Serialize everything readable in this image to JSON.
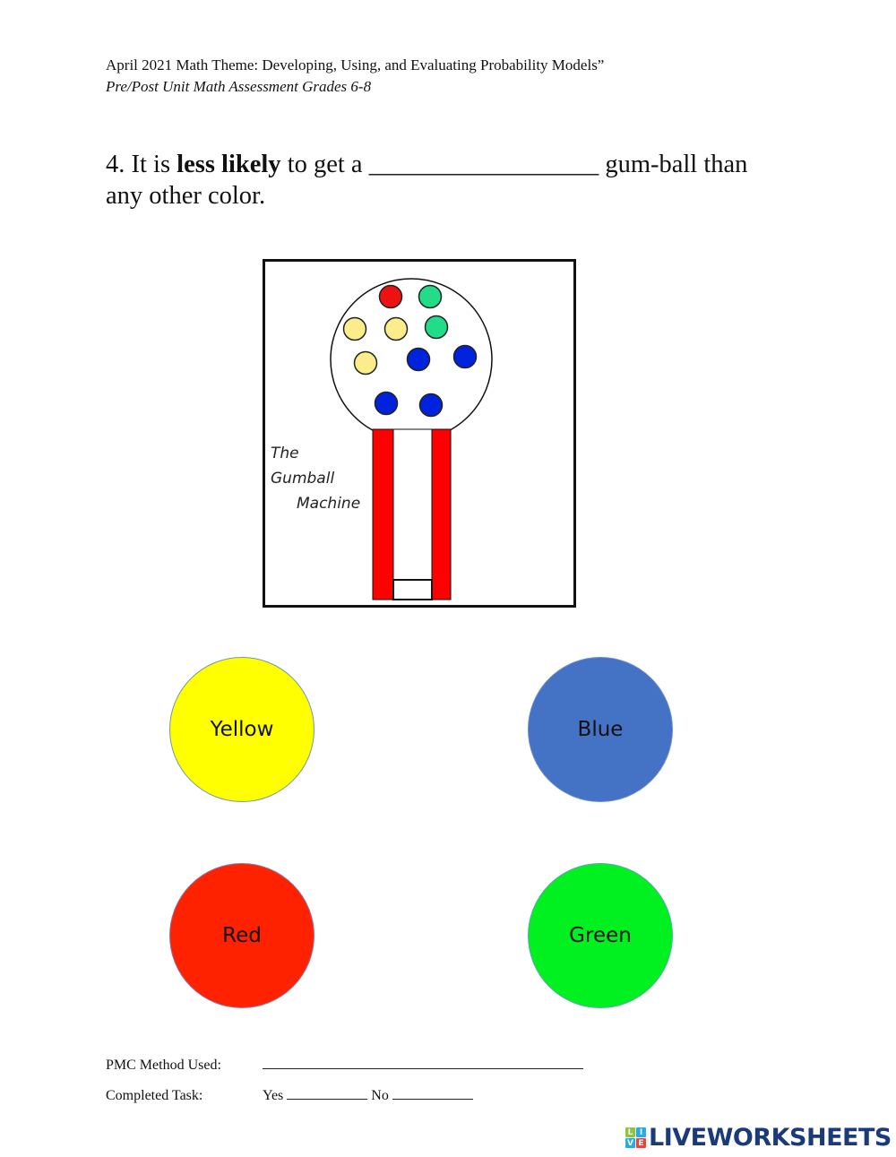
{
  "header": {
    "title": "April 2021 Math Theme: Developing, Using, and Evaluating Probability Models”",
    "subtitle": "Pre/Post Unit Math Assessment Grades 6-8"
  },
  "question": {
    "number_prefix": "4. It is ",
    "emphasis": "less likely",
    "middle": " to get a ",
    "blank": "__________________",
    "suffix": " gum-ball than any other color."
  },
  "figure": {
    "label_lines": [
      "The",
      "Gumball",
      "Machine"
    ],
    "gumballs": [
      {
        "color": "red",
        "fill": "#ee1111"
      },
      {
        "color": "green",
        "fill": "#22dd88"
      },
      {
        "color": "yellow",
        "fill": "#fbee8a"
      },
      {
        "color": "yellow",
        "fill": "#fbee8a"
      },
      {
        "color": "green",
        "fill": "#22dd88"
      },
      {
        "color": "yellow",
        "fill": "#fbee8a"
      },
      {
        "color": "blue",
        "fill": "#0022dd"
      },
      {
        "color": "blue",
        "fill": "#0022dd"
      },
      {
        "color": "blue",
        "fill": "#0022dd"
      },
      {
        "color": "blue",
        "fill": "#0022dd"
      }
    ],
    "machine_color": "#ff0000"
  },
  "options": [
    {
      "label": "Yellow",
      "color": "#ffff00"
    },
    {
      "label": "Blue",
      "color": "#4472c4"
    },
    {
      "label": "Red",
      "color": "#ff2200"
    },
    {
      "label": "Green",
      "color": "#00f020"
    }
  ],
  "footer": {
    "pmc_label": "PMC Method Used:",
    "completed_label": "Completed Task:",
    "yes_label": "Yes",
    "no_label": "No"
  },
  "logo": {
    "blocks": [
      {
        "letter": "L",
        "color": "#8cc63f"
      },
      {
        "letter": "I",
        "color": "#29abe2"
      },
      {
        "letter": "V",
        "color": "#29abe2"
      },
      {
        "letter": "E",
        "color": "#e8453c"
      }
    ],
    "text": "LIVEWORKSHEETS",
    "text_color": "#1b3a7a"
  }
}
